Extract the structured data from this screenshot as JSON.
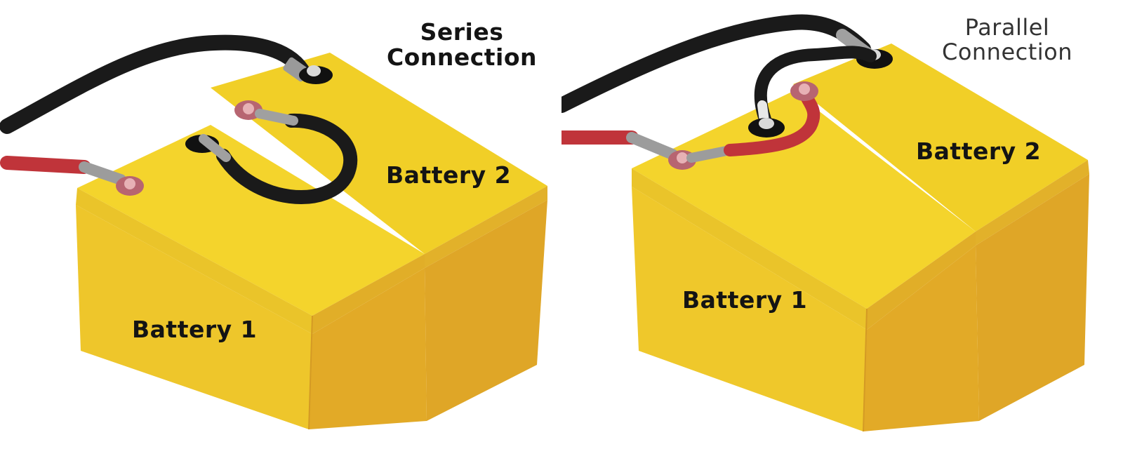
{
  "series": {
    "title_line1": "Series",
    "title_line2": "Connection",
    "battery1_label": "Battery 1",
    "battery2_label": "Battery 2"
  },
  "parallel": {
    "title_line1": "Parallel",
    "title_line2": "Connection",
    "battery1_label": "Battery 1",
    "battery2_label": "Battery 2"
  },
  "colors": {
    "battery_top": "#f3d22a",
    "battery_front": "#edc52a",
    "battery_side": "#dfa627",
    "red_cable": "#c0343a",
    "black_cable": "#1a1a1a",
    "terminal_positive": "#c9707a"
  }
}
